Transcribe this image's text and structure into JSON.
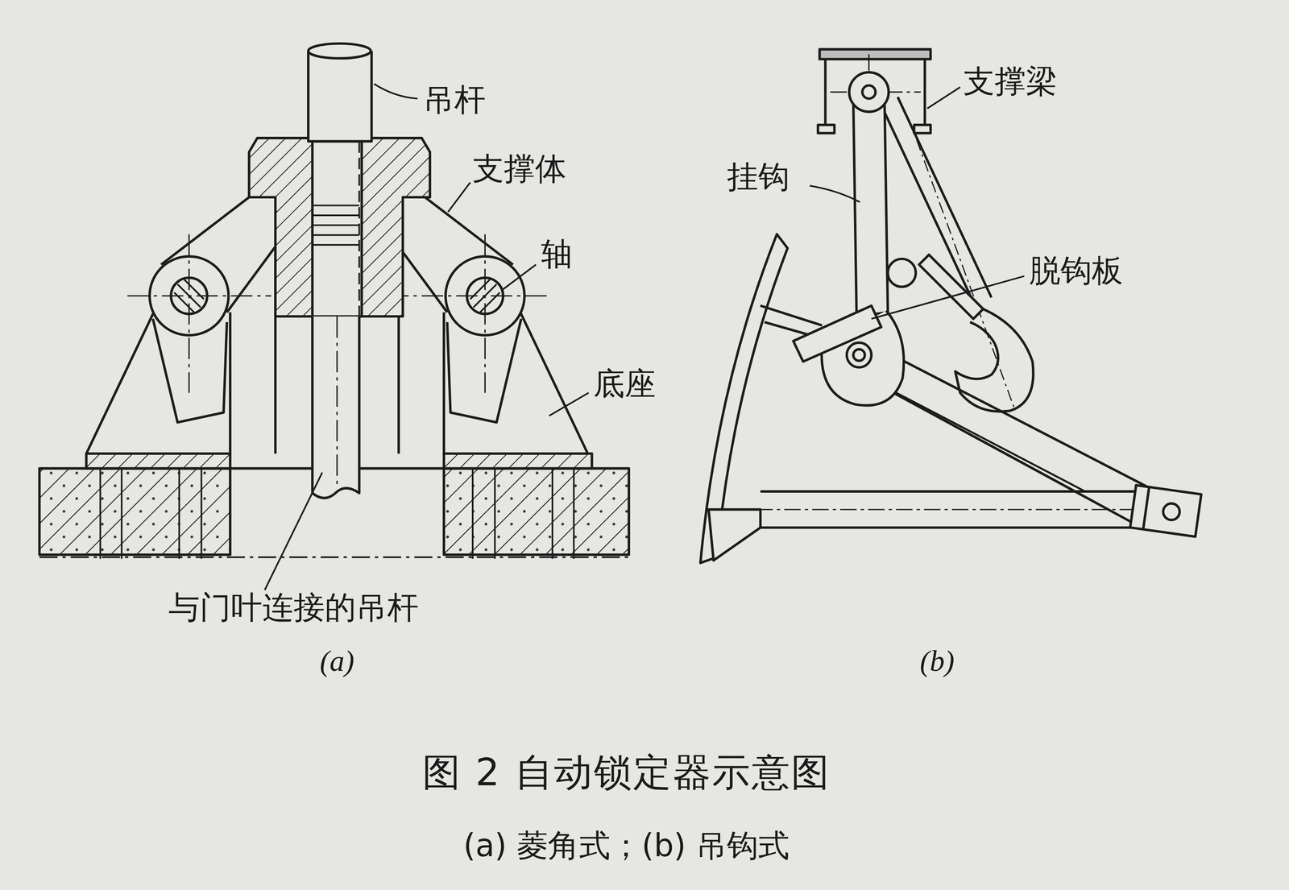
{
  "diagram": {
    "title": "图 2 自动锁定器示意图",
    "caption": "(a) 菱角式；(b) 吊钩式",
    "labels": [
      "吊杆",
      "支撑体",
      "轴",
      "底座",
      "与门叶连接的吊杆",
      "(a)",
      "支撑梁",
      "挂钩",
      "脱钩板",
      "(b)"
    ]
  }
}
